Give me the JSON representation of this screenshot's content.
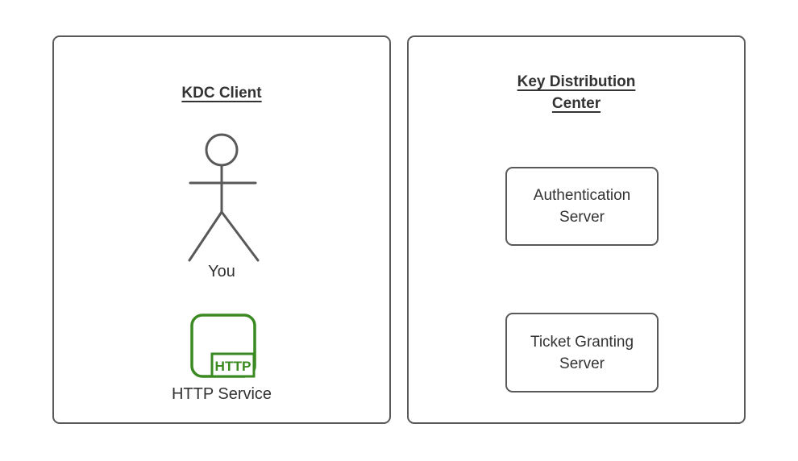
{
  "diagram": {
    "background_color": "#ffffff",
    "stroke_color": "#595959",
    "text_color": "#333333",
    "accent_green": "#3a8a21"
  },
  "kdc_client_panel": {
    "title": "KDC Client",
    "actor": {
      "label": "You",
      "icon": "stick-figure-actor-icon"
    },
    "http_service": {
      "label": "HTTP Service",
      "icon_text": "HTTP",
      "icon": "http-service-icon"
    }
  },
  "key_distribution_center_panel": {
    "title": "Key Distribution Center",
    "servers": [
      {
        "label": "Authentication Server"
      },
      {
        "label": "Ticket Granting Server"
      }
    ]
  }
}
